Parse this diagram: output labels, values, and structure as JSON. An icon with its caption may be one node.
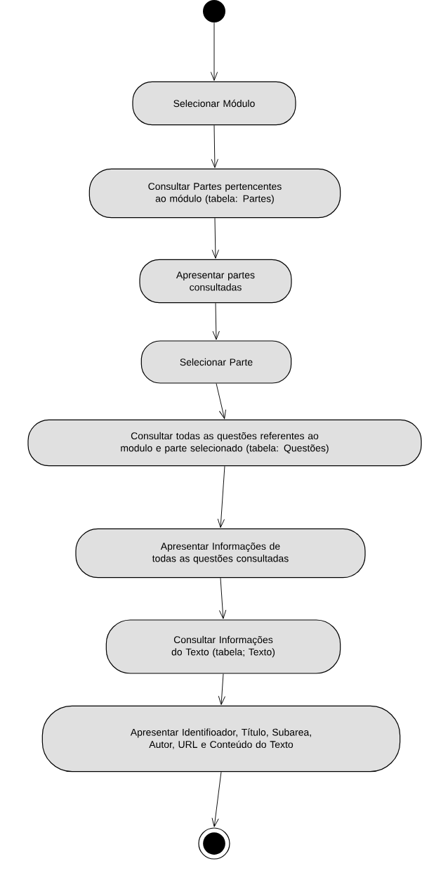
{
  "diagram": {
    "nodes": [
      {
        "text": [],
        "shape": "circle"
      },
      {
        "text": [
          "Selecionar Módulo"
        ]
      },
      {
        "text": [
          "Consultar Partes pertencentes ao módulo (tabela: Partes)"
        ]
      },
      {
        "text": [
          "Apresentar partes consultadas"
        ]
      },
      {
        "text": [
          "Selecionar Parte"
        ]
      },
      {
        "text": [
          "Consultar todas as questões referentes ao modulo e parte selecionado (tabela: Questões)"
        ]
      },
      {
        "text": [
          "Apresentar Informações de todas as questões consultadas"
        ]
      },
      {
        "text": [
          "Consultar Informações do Texto (tabela; Texto)"
        ]
      },
      {
        "text": [
          "Apresentar Identifioador, Título, Subarea, Autor, URL e Conteúdo do Texto"
        ]
      },
      {
        "text": [],
        "shape": "circle"
      }
    ],
    "edges": [
      {
        "from": 0,
        "to": 1,
        "arrow": "to"
      },
      {
        "from": 1,
        "to": 2,
        "arrow": "to"
      },
      {
        "from": 2,
        "to": 3,
        "arrow": "to"
      },
      {
        "from": 3,
        "to": 4,
        "arrow": "to"
      },
      {
        "from": 4,
        "to": 5,
        "arrow": "to"
      },
      {
        "from": 5,
        "to": 6,
        "arrow": "to"
      },
      {
        "from": 6,
        "to": 7,
        "arrow": "to"
      },
      {
        "from": 7,
        "to": 8,
        "arrow": "to"
      },
      {
        "from": 8,
        "to": 9,
        "arrow": "to"
      }
    ]
  }
}
